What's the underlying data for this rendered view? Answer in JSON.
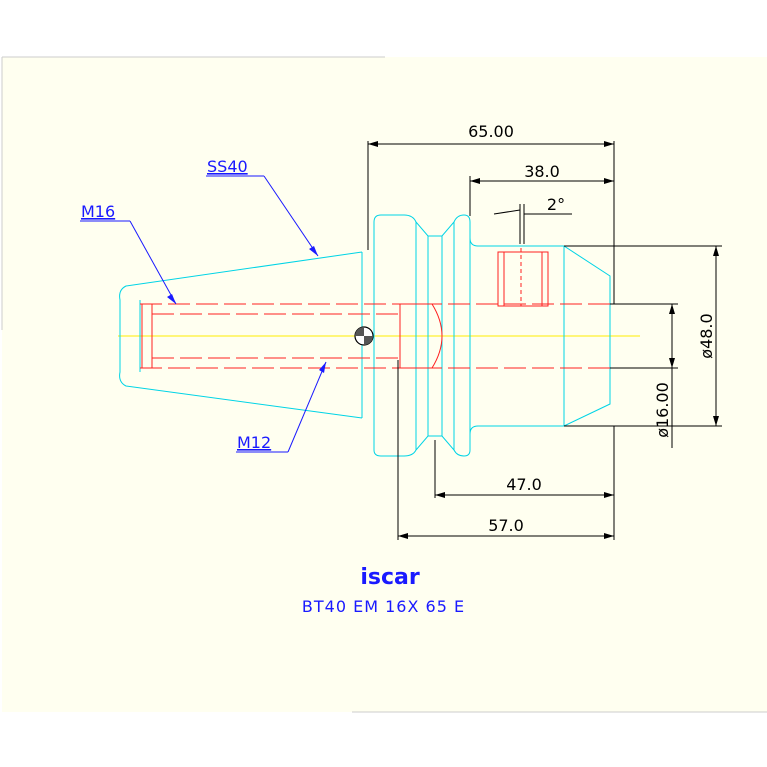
{
  "drawing": {
    "dimensions": {
      "overall_length": "65.00",
      "bore_depth": "38.0",
      "taper_angle": "2°",
      "diameter_outer": "ø48.0",
      "diameter_bore": "ø16.00",
      "flange_to_end": "47.0",
      "gauge_to_end": "57.0"
    },
    "callouts": {
      "taper": "SS40",
      "thread_rear": "M16",
      "thread_center": "M12"
    },
    "colors": {
      "outline": "#00d4e6",
      "hidden": "#ff2020",
      "dimension": "#000000",
      "callout": "#1a1aff",
      "centerline": "#ffee00",
      "background": "#fffff0"
    }
  },
  "brand": {
    "logo": "iscar"
  },
  "model_code": "BT40 EM 16X 65 E"
}
